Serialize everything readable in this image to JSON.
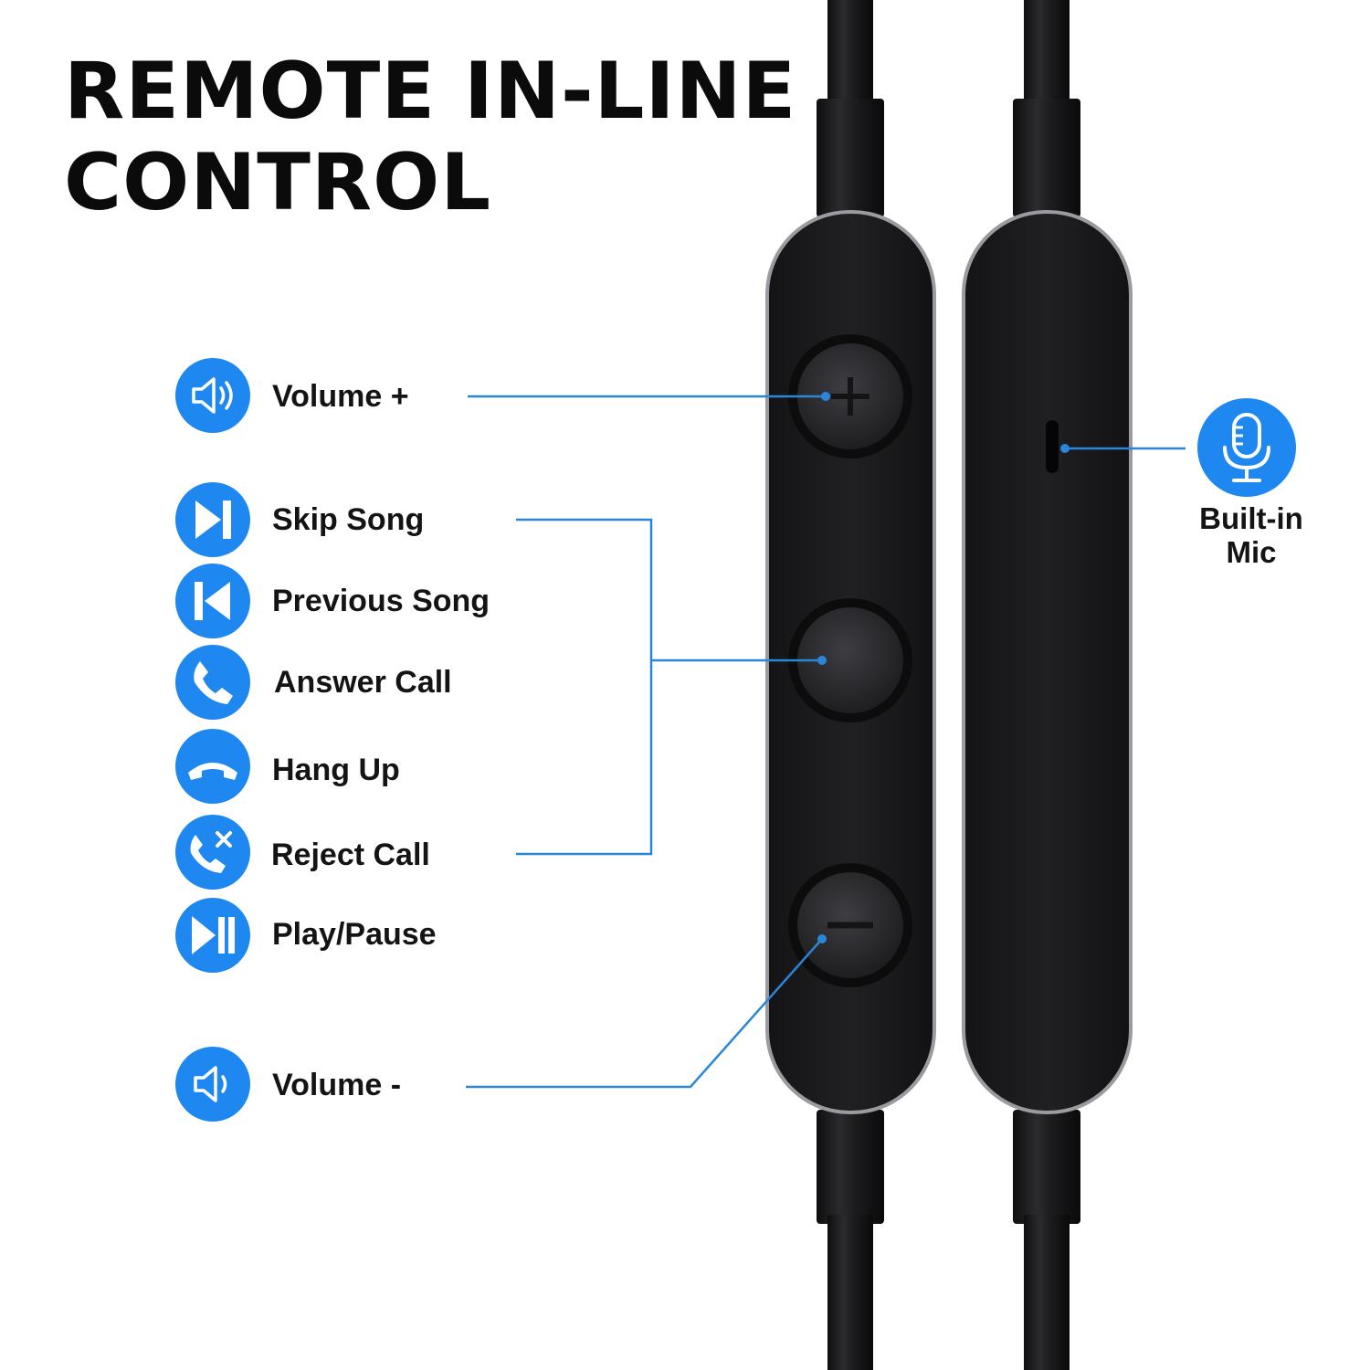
{
  "title": {
    "line1": "REMOTE IN-LINE",
    "line2": "CONTROL"
  },
  "controls": [
    {
      "label": "Volume +",
      "icon": "volume-up-icon"
    },
    {
      "label": "Skip Song",
      "icon": "skip-next-icon"
    },
    {
      "label": "Previous Song",
      "icon": "skip-previous-icon"
    },
    {
      "label": "Answer Call",
      "icon": "phone-answer-icon"
    },
    {
      "label": "Hang Up",
      "icon": "phone-hangup-icon"
    },
    {
      "label": "Reject Call",
      "icon": "phone-reject-icon"
    },
    {
      "label": "Play/Pause",
      "icon": "play-pause-icon"
    },
    {
      "label": "Volume -",
      "icon": "volume-down-icon"
    }
  ],
  "mic": {
    "line1": "Built-in",
    "line2": "Mic",
    "icon": "microphone-icon"
  },
  "colors": {
    "accent": "#1f87f0",
    "device": "#1c1c1e",
    "text": "#141414",
    "background": "#ffffff"
  }
}
